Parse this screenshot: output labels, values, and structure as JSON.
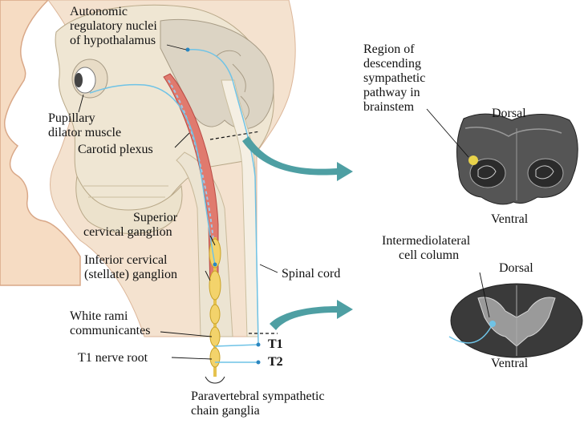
{
  "labels": {
    "autonomic_line1": "Autonomic",
    "autonomic_line2": "regulatory nuclei",
    "autonomic_line3": "of hypothalamus",
    "pupillary_line1": "Pupillary",
    "pupillary_line2": "dilator muscle",
    "carotid": "Carotid plexus",
    "superior_line1": "Superior",
    "superior_line2": "cervical ganglion",
    "inferior_line1": "Inferior cervical",
    "inferior_line2": "(stellate) ganglion",
    "spinal_cord": "Spinal cord",
    "white_rami_line1": "White rami",
    "white_rami_line2": "communicantes",
    "t1_nerve_root": "T1 nerve root",
    "t1": "T1",
    "t2": "T2",
    "paravertebral_line1": "Paravertebral sympathetic",
    "paravertebral_line2": "chain ganglia",
    "region_line1": "Region of",
    "region_line2": "descending",
    "region_line3": "sympathetic",
    "region_line4": "pathway in",
    "region_line5": "brainstem",
    "dorsal_top": "Dorsal",
    "ventral_top": "Ventral",
    "intermediolateral_line1": "Intermediolateral",
    "intermediolateral_line2": "cell column",
    "dorsal_bottom": "Dorsal",
    "ventral_bottom": "Ventral"
  },
  "colors": {
    "skin": "#f6dcc3",
    "skin_edge": "#d9a888",
    "bone": "#efe6d3",
    "brain": "#dcd4c4",
    "artery": "#e07a6e",
    "artery_dark": "#b94a44",
    "nerve": "#6fc3e6",
    "ganglion": "#f3d36b",
    "ganglion_edge": "#c9a227",
    "arrow": "#4e9fa3",
    "section_dark": "#2b2b2b",
    "section_mid": "#8a8a8a",
    "cell_highlight": "#e8d24a"
  }
}
